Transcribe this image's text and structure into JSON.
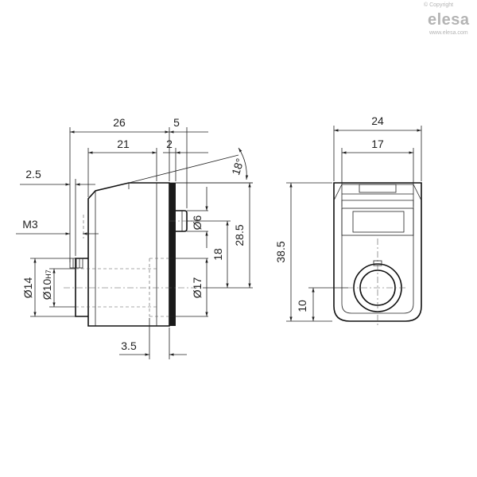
{
  "logo": {
    "copyright": "© Copyright",
    "brand": "elesa",
    "site": "www.elesa.com"
  },
  "side_view": {
    "dims": {
      "overall_length": "26",
      "flange_thickness": "5",
      "body_length": "21",
      "knurl_width": "2",
      "draft_angle": "18°",
      "shoulder": "2.5",
      "screw": "M3",
      "hub_dia": "Ø14",
      "bore_dia": "Ø10",
      "bore_tol": "H7",
      "boss_dia": "Ø6",
      "flange_dia": "Ø17",
      "boss_height": "18",
      "overall_height_side": "28.5",
      "hub_depth": "3.5"
    }
  },
  "front_view": {
    "dims": {
      "width": "24",
      "window_width": "17",
      "overall_height": "38.5",
      "axis_height": "10"
    }
  }
}
